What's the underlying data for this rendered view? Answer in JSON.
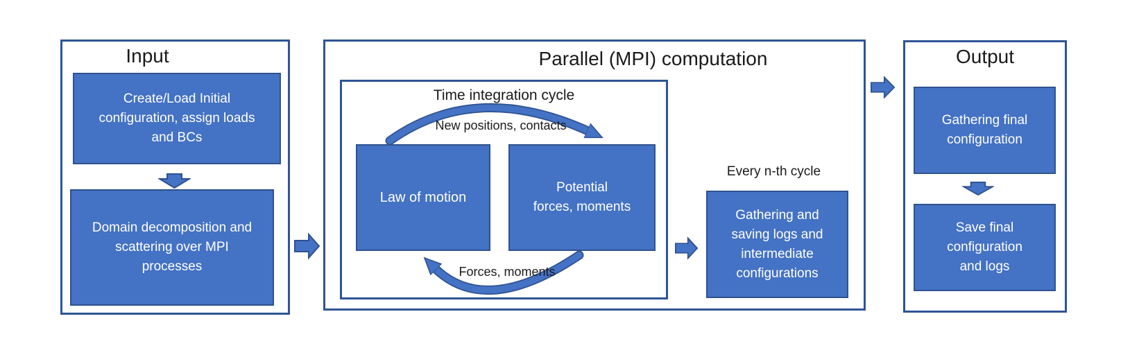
{
  "colors": {
    "box_fill": "#4472C4",
    "box_border": "#2F528F",
    "frame_border": "#2F5496",
    "arrow_fill": "#4472C4",
    "text_on_blue": "#FFFFFF",
    "text_dark": "#1A1A1A"
  },
  "sections": {
    "input": {
      "title": "Input",
      "step1": "Create/Load Initial\nconfiguration, assign loads\nand BCs",
      "step2": "Domain decomposition and\nscattering over MPI\nprocesses"
    },
    "parallel": {
      "title": "Parallel (MPI) computation",
      "cycle": {
        "title": "Time integration cycle",
        "law_box": "Law of motion",
        "potential_box": "Potential\nforces, moments",
        "forward_label": "New positions, contacts",
        "back_label": "Forces, moments"
      },
      "every_nth_label": "Every n-th cycle",
      "gathering_box": "Gathering and\nsaving logs and\nintermediate\nconfigurations"
    },
    "output": {
      "title": "Output",
      "step1": "Gathering final\nconfiguration",
      "step2": "Save final\nconfiguration\nand logs"
    }
  }
}
